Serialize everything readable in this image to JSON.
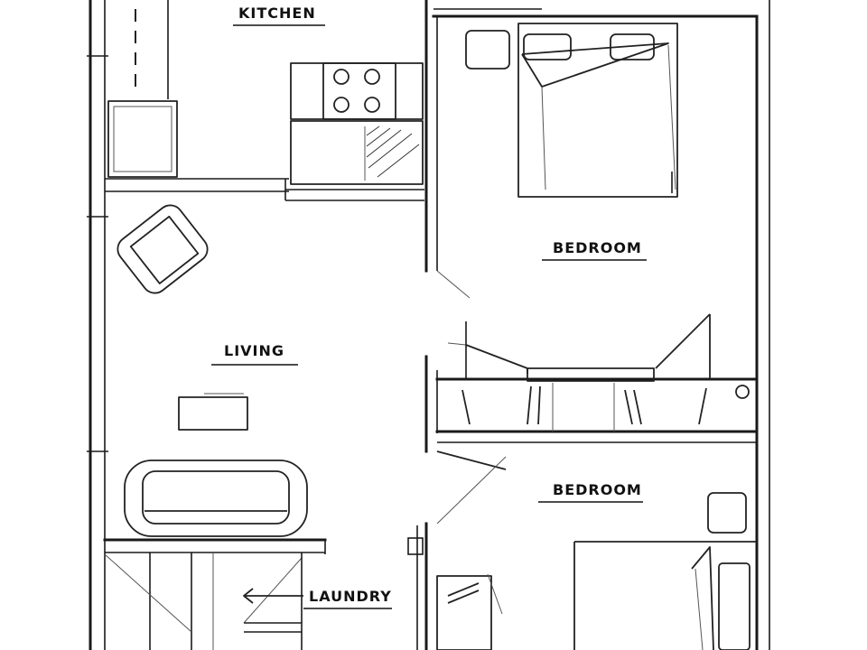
{
  "rooms": {
    "kitchen": "KITCHEN",
    "bedroom_top": "BEDROOM",
    "living": "LIVING",
    "bedroom_bottom": "BEDROOM",
    "laundry": "LAUNDRY"
  },
  "colors": {
    "ink": "#1a1a1a",
    "paper": "#ffffff"
  }
}
